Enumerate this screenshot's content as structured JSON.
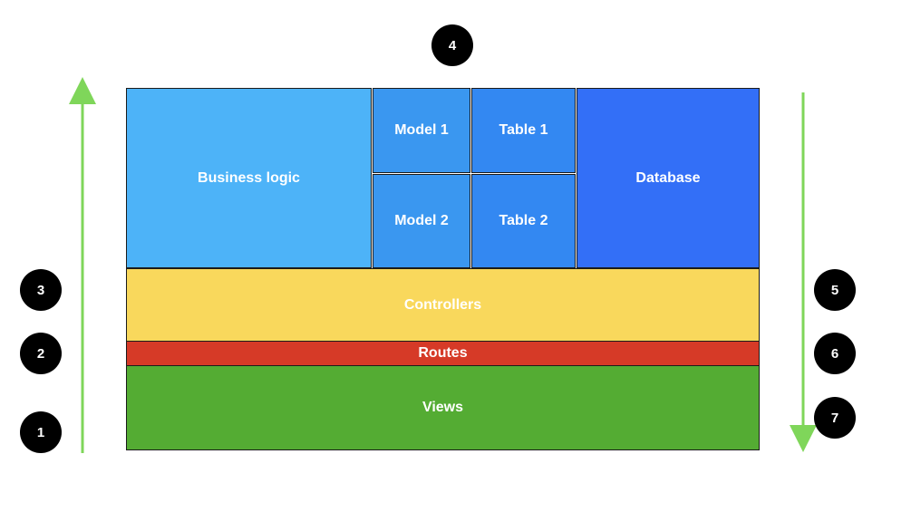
{
  "steps": [
    "1",
    "2",
    "3",
    "4",
    "5",
    "6",
    "7"
  ],
  "layers": {
    "business_logic": "Business logic",
    "model_1": "Model 1",
    "model_2": "Model 2",
    "table_1": "Table 1",
    "table_2": "Table 2",
    "database": "Database",
    "controllers": "Controllers",
    "routes": "Routes",
    "views": "Views"
  },
  "colors": {
    "business_logic": "#4db3f8",
    "model": "#3a97f0",
    "table": "#3388f2",
    "database": "#336ff7",
    "controllers": "#f9d85c",
    "routes": "#d63a27",
    "views": "#54ac33",
    "arrow": "#7fd65a"
  }
}
